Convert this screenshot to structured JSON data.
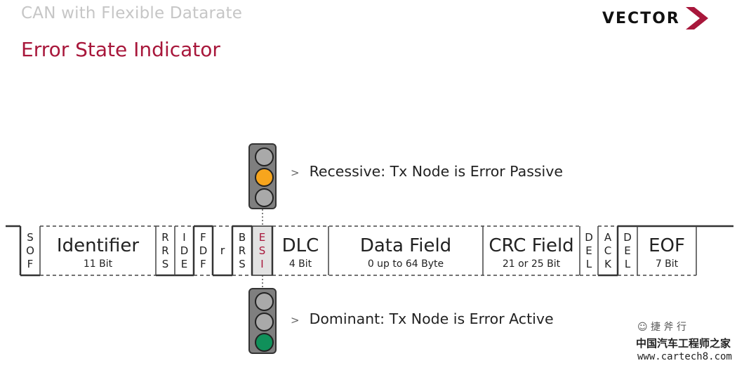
{
  "header": {
    "supertitle": "CAN with Flexible Datarate",
    "title": "Error State Indicator",
    "logo_text": "VECTOR",
    "colors": {
      "title": "#a8173b",
      "supertitle": "#c6c6c6",
      "logo_arrow": "#a8173b"
    }
  },
  "indicators": {
    "recessive": {
      "label": "Recessive: Tx Node is Error Passive",
      "lit_lamp": "middle",
      "lamp_color": "#f7a51d"
    },
    "dominant": {
      "label": "Dominant: Tx Node is Error Active",
      "lit_lamp": "bottom",
      "lamp_color": "#10905a"
    },
    "chevron": ">"
  },
  "frame": {
    "fields": [
      {
        "id": "sof",
        "letters": [
          "S",
          "O",
          "F"
        ]
      },
      {
        "id": "identifier",
        "title": "Identifier",
        "sub": "11 Bit"
      },
      {
        "id": "rrs",
        "letters": [
          "R",
          "R",
          "S"
        ]
      },
      {
        "id": "ide",
        "letters": [
          "I",
          "D",
          "E"
        ]
      },
      {
        "id": "fdf",
        "letters": [
          "F",
          "D",
          "F"
        ]
      },
      {
        "id": "r",
        "letters": [
          "r"
        ]
      },
      {
        "id": "brs",
        "letters": [
          "B",
          "R",
          "S"
        ]
      },
      {
        "id": "esi",
        "letters": [
          "E",
          "S",
          "I"
        ]
      },
      {
        "id": "dlc",
        "title": "DLC",
        "sub": "4 Bit"
      },
      {
        "id": "data",
        "title": "Data Field",
        "sub": "0 up to 64 Byte"
      },
      {
        "id": "crc",
        "title": "CRC Field",
        "sub": "21 or 25 Bit"
      },
      {
        "id": "crc_del",
        "letters": [
          "D",
          "E",
          "L"
        ]
      },
      {
        "id": "ack",
        "letters": [
          "A",
          "C",
          "K"
        ]
      },
      {
        "id": "ack_del",
        "letters": [
          "D",
          "E",
          "L"
        ]
      },
      {
        "id": "eof",
        "title": "EOF",
        "sub": "7 Bit"
      }
    ],
    "esi_color": "#a8173b"
  },
  "watermark": {
    "brand": "☺ 捷 斧 行",
    "cn": "中国汽车工程师之家",
    "url": "www.cartech8.com"
  }
}
